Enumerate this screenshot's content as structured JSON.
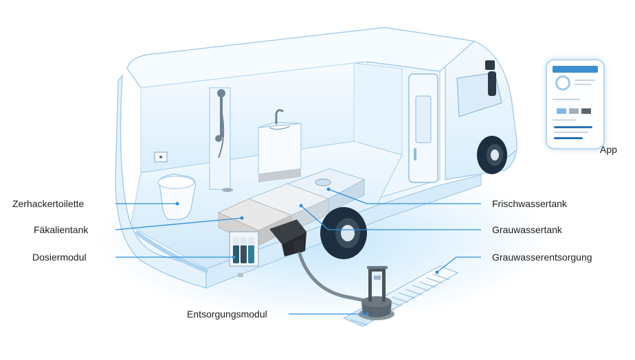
{
  "labels": {
    "toilet": "Zerhackertoilette",
    "waste_tank": "Fäkalientank",
    "dosing_module": "Dosiermodul",
    "disposal_module": "Entsorgungsmodul",
    "fresh_tank": "Frischwassertank",
    "grey_tank": "Grauwassertank",
    "grey_disposal": "Grauwasserentsorgung",
    "app": "App"
  },
  "colors": {
    "leader_line": "#2f8fd8",
    "glow": "#bfe3fb",
    "outline": "#7fb4d8",
    "wheel": "#1d2f3f",
    "tank": "#e6eaee",
    "hose": "#7c8a95",
    "module": "#3a3f44"
  }
}
